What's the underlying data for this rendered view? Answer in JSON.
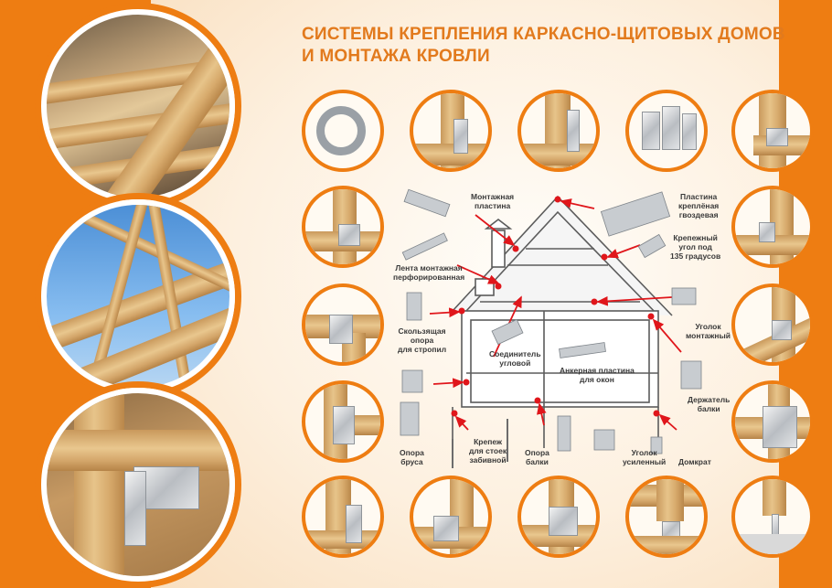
{
  "title": {
    "line1": "СИСТЕМЫ КРЕПЛЕНИЯ КАРКАСНО-ЩИТОВЫХ ДОМОВ",
    "line2": "И МОНТАЖА КРОВЛИ"
  },
  "colors": {
    "accent": "#ee7d12",
    "title": "#e27a1d",
    "arrow": "#e0161b"
  },
  "labels": {
    "montazhnaya_plastina": [
      "Монтажная",
      "пластина"
    ],
    "lenta": [
      "Лента монтажная",
      "перфорированная"
    ],
    "skolzyashchaya": [
      "Скользящая",
      "опора",
      "для стропил"
    ],
    "soedinitel": [
      "Соединитель",
      "угловой"
    ],
    "ankernaya": [
      "Анкерная пластина",
      "для окон"
    ],
    "plastina_kreplenaya": [
      "Пластина",
      "креплёная",
      "гвоздевая"
    ],
    "krepezhny_ugol": [
      "Крепежный",
      "угол под",
      "135 градусов"
    ],
    "ugolok_montazhny": [
      "Уголок",
      "монтажный"
    ],
    "derzhatel_balki": [
      "Держатель",
      "балки"
    ],
    "opora_brusa": [
      "Опора",
      "бруса"
    ],
    "krepezh_stoek": [
      "Крепеж",
      "для стоек",
      "забивной"
    ],
    "opora_balki": [
      "Опора",
      "балки"
    ],
    "ugolok_usilenny": [
      "Уголок",
      "усиленный"
    ],
    "domkrat": [
      "Домкрат"
    ]
  }
}
